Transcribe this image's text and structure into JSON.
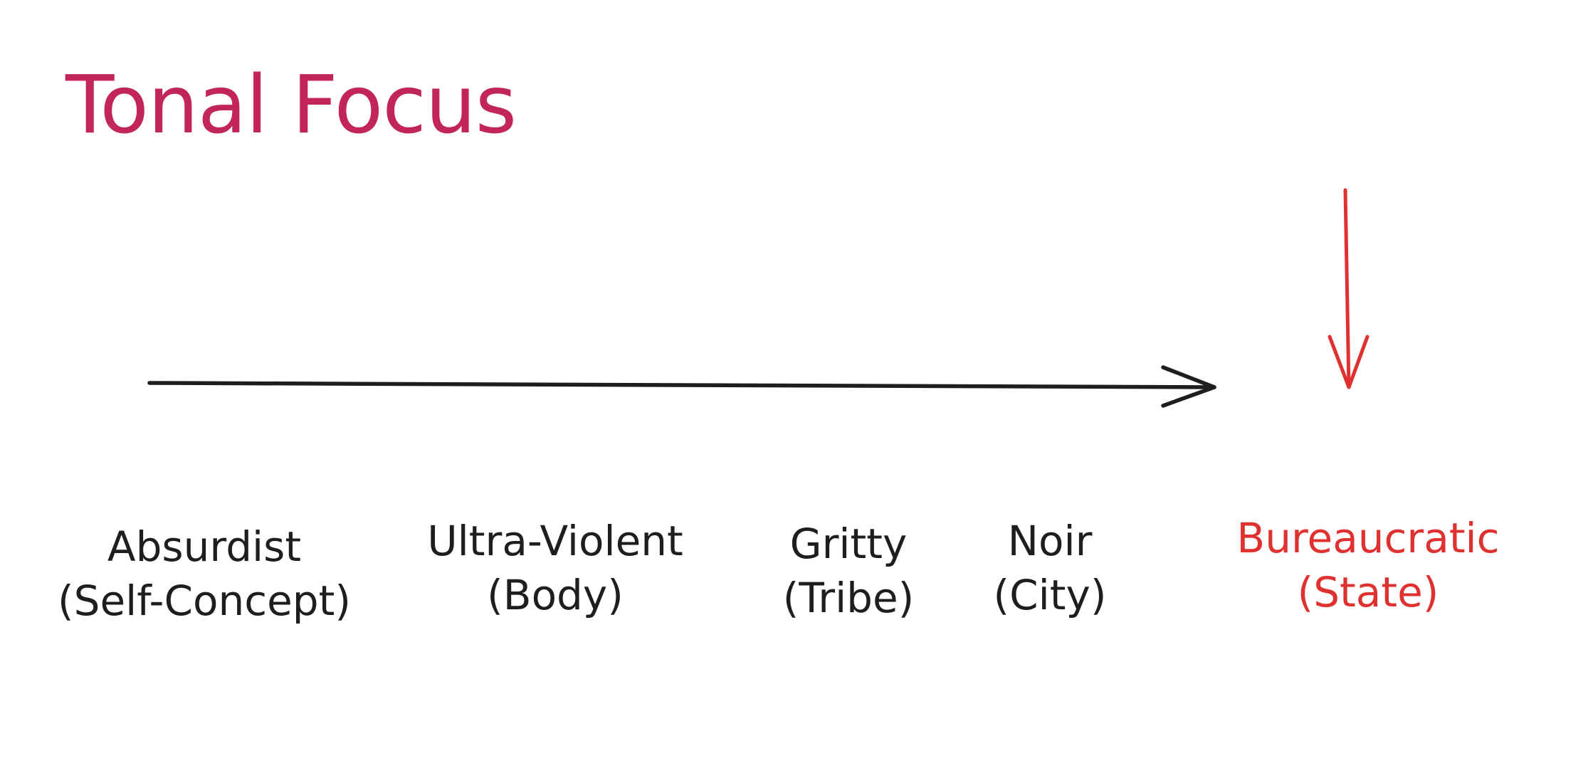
{
  "diagram": {
    "title": "Tonal Focus",
    "colors": {
      "title": "#c2255c",
      "default_text": "#1e1e1e",
      "highlight": "#e03131",
      "arrow": "#1e1e1e"
    },
    "scale_arrow": {
      "direction": "left-to-right",
      "color": "#1e1e1e"
    },
    "marker_arrow": {
      "direction": "down",
      "points_to": "Bureaucratic",
      "color": "#e03131"
    },
    "stages": [
      {
        "name": "Absurdist",
        "scope": "(Self-Concept)",
        "highlighted": false
      },
      {
        "name": "Ultra-Violent",
        "scope": "(Body)",
        "highlighted": false
      },
      {
        "name": "Gritty",
        "scope": "(Tribe)",
        "highlighted": false
      },
      {
        "name": "Noir",
        "scope": "(City)",
        "highlighted": false
      },
      {
        "name": "Bureaucratic",
        "scope": "(State)",
        "highlighted": true
      }
    ]
  }
}
